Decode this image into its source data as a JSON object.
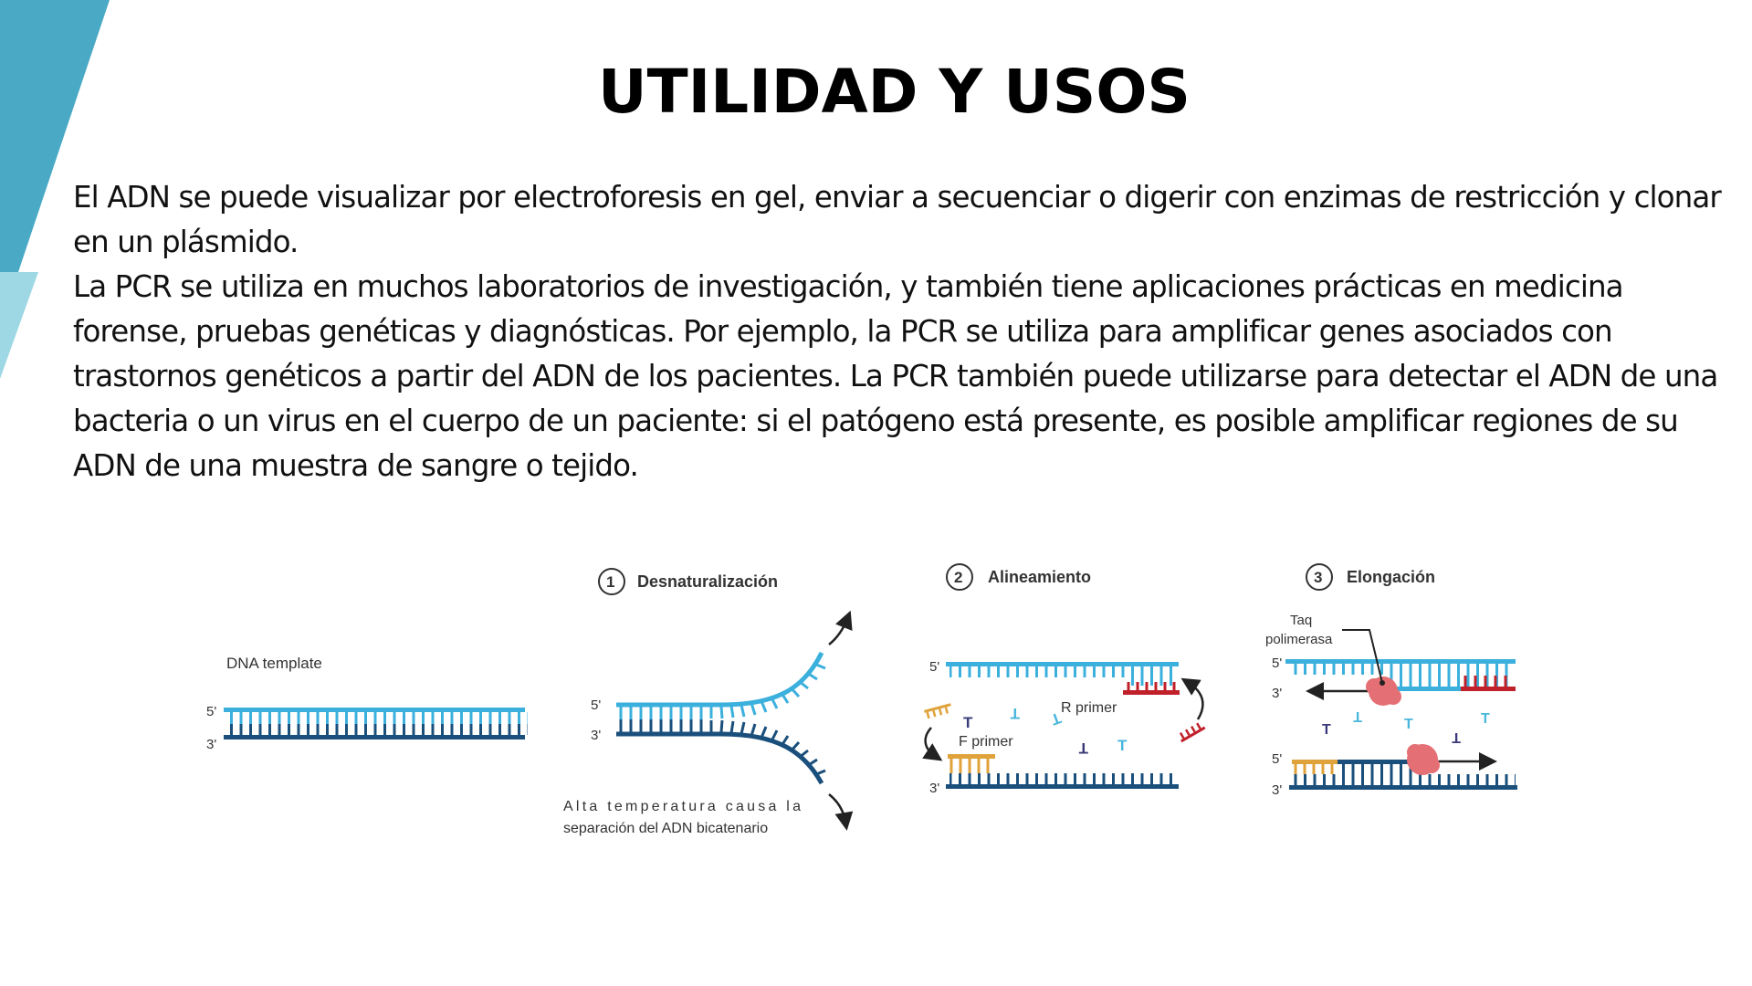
{
  "slide": {
    "title": "UTILIDAD Y USOS",
    "paragraphs": [
      "El ADN se puede visualizar por electroforesis en gel, enviar a secuenciar o digerir con enzimas de restricción y clonar en un plásmido.",
      "La PCR se utiliza en muchos laboratorios de investigación, y también tiene aplicaciones prácticas en medicina forense, pruebas genéticas y diagnósticas. Por ejemplo, la PCR se utiliza para amplificar genes asociados con trastornos genéticos a partir del ADN de los pacientes. La PCR también puede utilizarse para detectar el ADN de una bacteria o un virus en el cuerpo de un paciente: si el patógeno está presente, es posible amplificar regiones de su ADN de una muestra de sangre o tejido."
    ],
    "colors": {
      "deco_dark": "#4aa9c4",
      "deco_light": "#9ed8e4",
      "strand_light": "#3bb0dd",
      "strand_dark": "#1a4f7c",
      "primer_f": "#e0a23a",
      "primer_r": "#c0202a",
      "polymerase": "#e46f74"
    }
  },
  "figure": {
    "template": {
      "label": "DNA template",
      "five_prime": "5'",
      "three_prime": "3'"
    },
    "steps": [
      {
        "number": "1",
        "title": "Desnaturalización",
        "five_prime": "5'",
        "three_prime": "3'",
        "caption_line1": "Alta temperatura causa la",
        "caption_line2": "separación del ADN bicatenario"
      },
      {
        "number": "2",
        "title": "Alineamiento",
        "five_prime": "5'",
        "three_prime": "3'",
        "r_primer": "R primer",
        "f_primer": "F primer"
      },
      {
        "number": "3",
        "title": "Elongación",
        "enzyme_line1": "Taq",
        "enzyme_line2": "polimerasa",
        "top_five_prime": "5'",
        "top_three_prime": "3'",
        "bottom_five_prime": "5'",
        "bottom_three_prime": "3'"
      }
    ]
  }
}
